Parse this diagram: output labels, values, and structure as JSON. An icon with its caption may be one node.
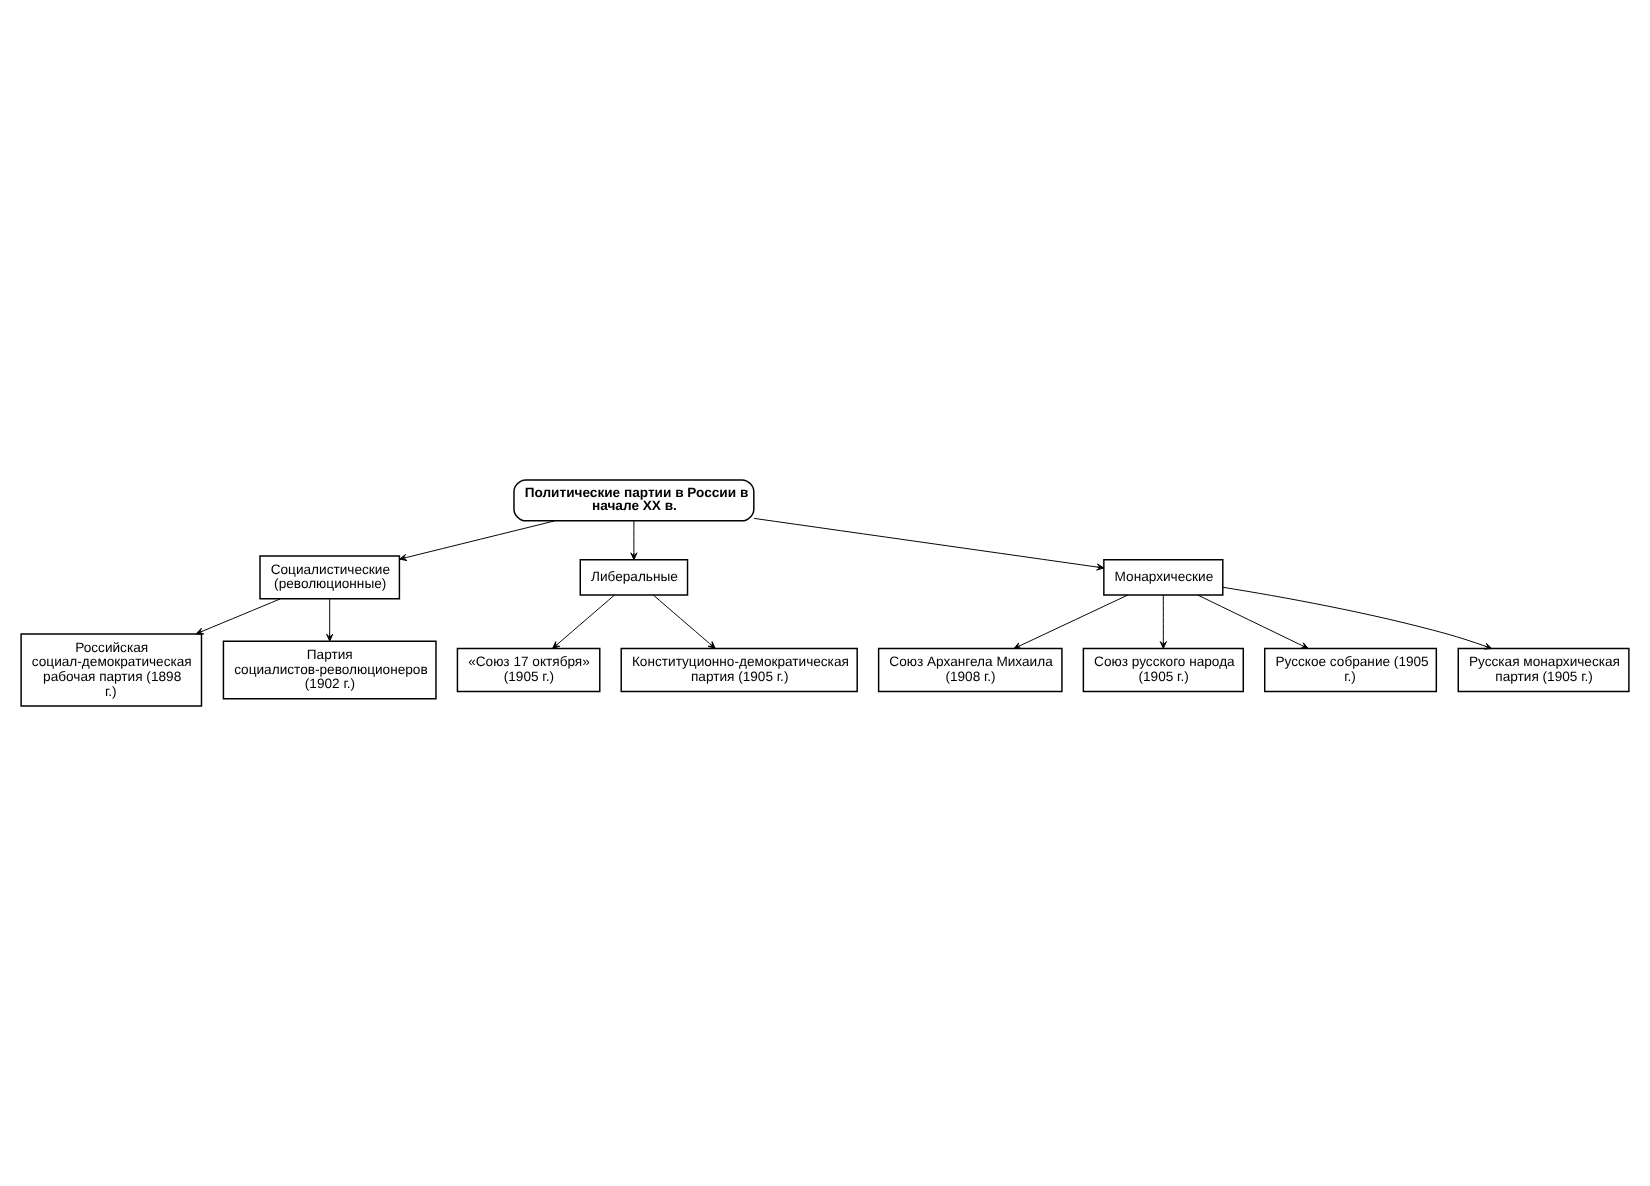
{
  "diagram": {
    "nodes": [
      {
        "text": [
          "Политические партии в России в начале XX в."
        ]
      },
      {
        "text": [
          "Российская социал-демократическая рабочая партия (1898 г.)"
        ]
      },
      {
        "text": [
          "Социалистические (революционные)"
        ]
      },
      {
        "text": [
          "Либеральные"
        ]
      },
      {
        "text": [
          "Монархические"
        ]
      },
      {
        "text": [
          "Союз Архангела Михаила (1908 г.)"
        ]
      },
      {
        "text": [
          "Партия социалистов-революционеров (1902 г.)"
        ]
      },
      {
        "text": [
          "«Союз 17 октября» (1905 г.)"
        ]
      },
      {
        "text": [
          "Союз русского народа (1905 г.)"
        ]
      },
      {
        "text": [
          "Конституционно-демократическая партия (1905 г.)"
        ]
      },
      {
        "text": [
          "Русское собрание (1905 г.)"
        ]
      },
      {
        "text": [
          "Русская монархическая партия (1905 г.)"
        ]
      }
    ],
    "edges": [
      {
        "from": 0,
        "to": 2,
        "arrow": "to"
      },
      {
        "from": 0,
        "to": 3,
        "arrow": "to"
      },
      {
        "from": 0,
        "to": 4,
        "arrow": "to"
      },
      {
        "from": 2,
        "to": 1,
        "arrow": "to"
      },
      {
        "from": 2,
        "to": 6,
        "arrow": "to"
      },
      {
        "from": 3,
        "to": 7,
        "arrow": "to"
      },
      {
        "from": 3,
        "to": 9,
        "arrow": "to"
      },
      {
        "from": 4,
        "to": 5,
        "arrow": "to"
      },
      {
        "from": 4,
        "to": 8,
        "arrow": "to"
      },
      {
        "from": 4,
        "to": 10,
        "arrow": "to"
      },
      {
        "from": 4,
        "to": 11,
        "arrow": "to"
      }
    ]
  }
}
